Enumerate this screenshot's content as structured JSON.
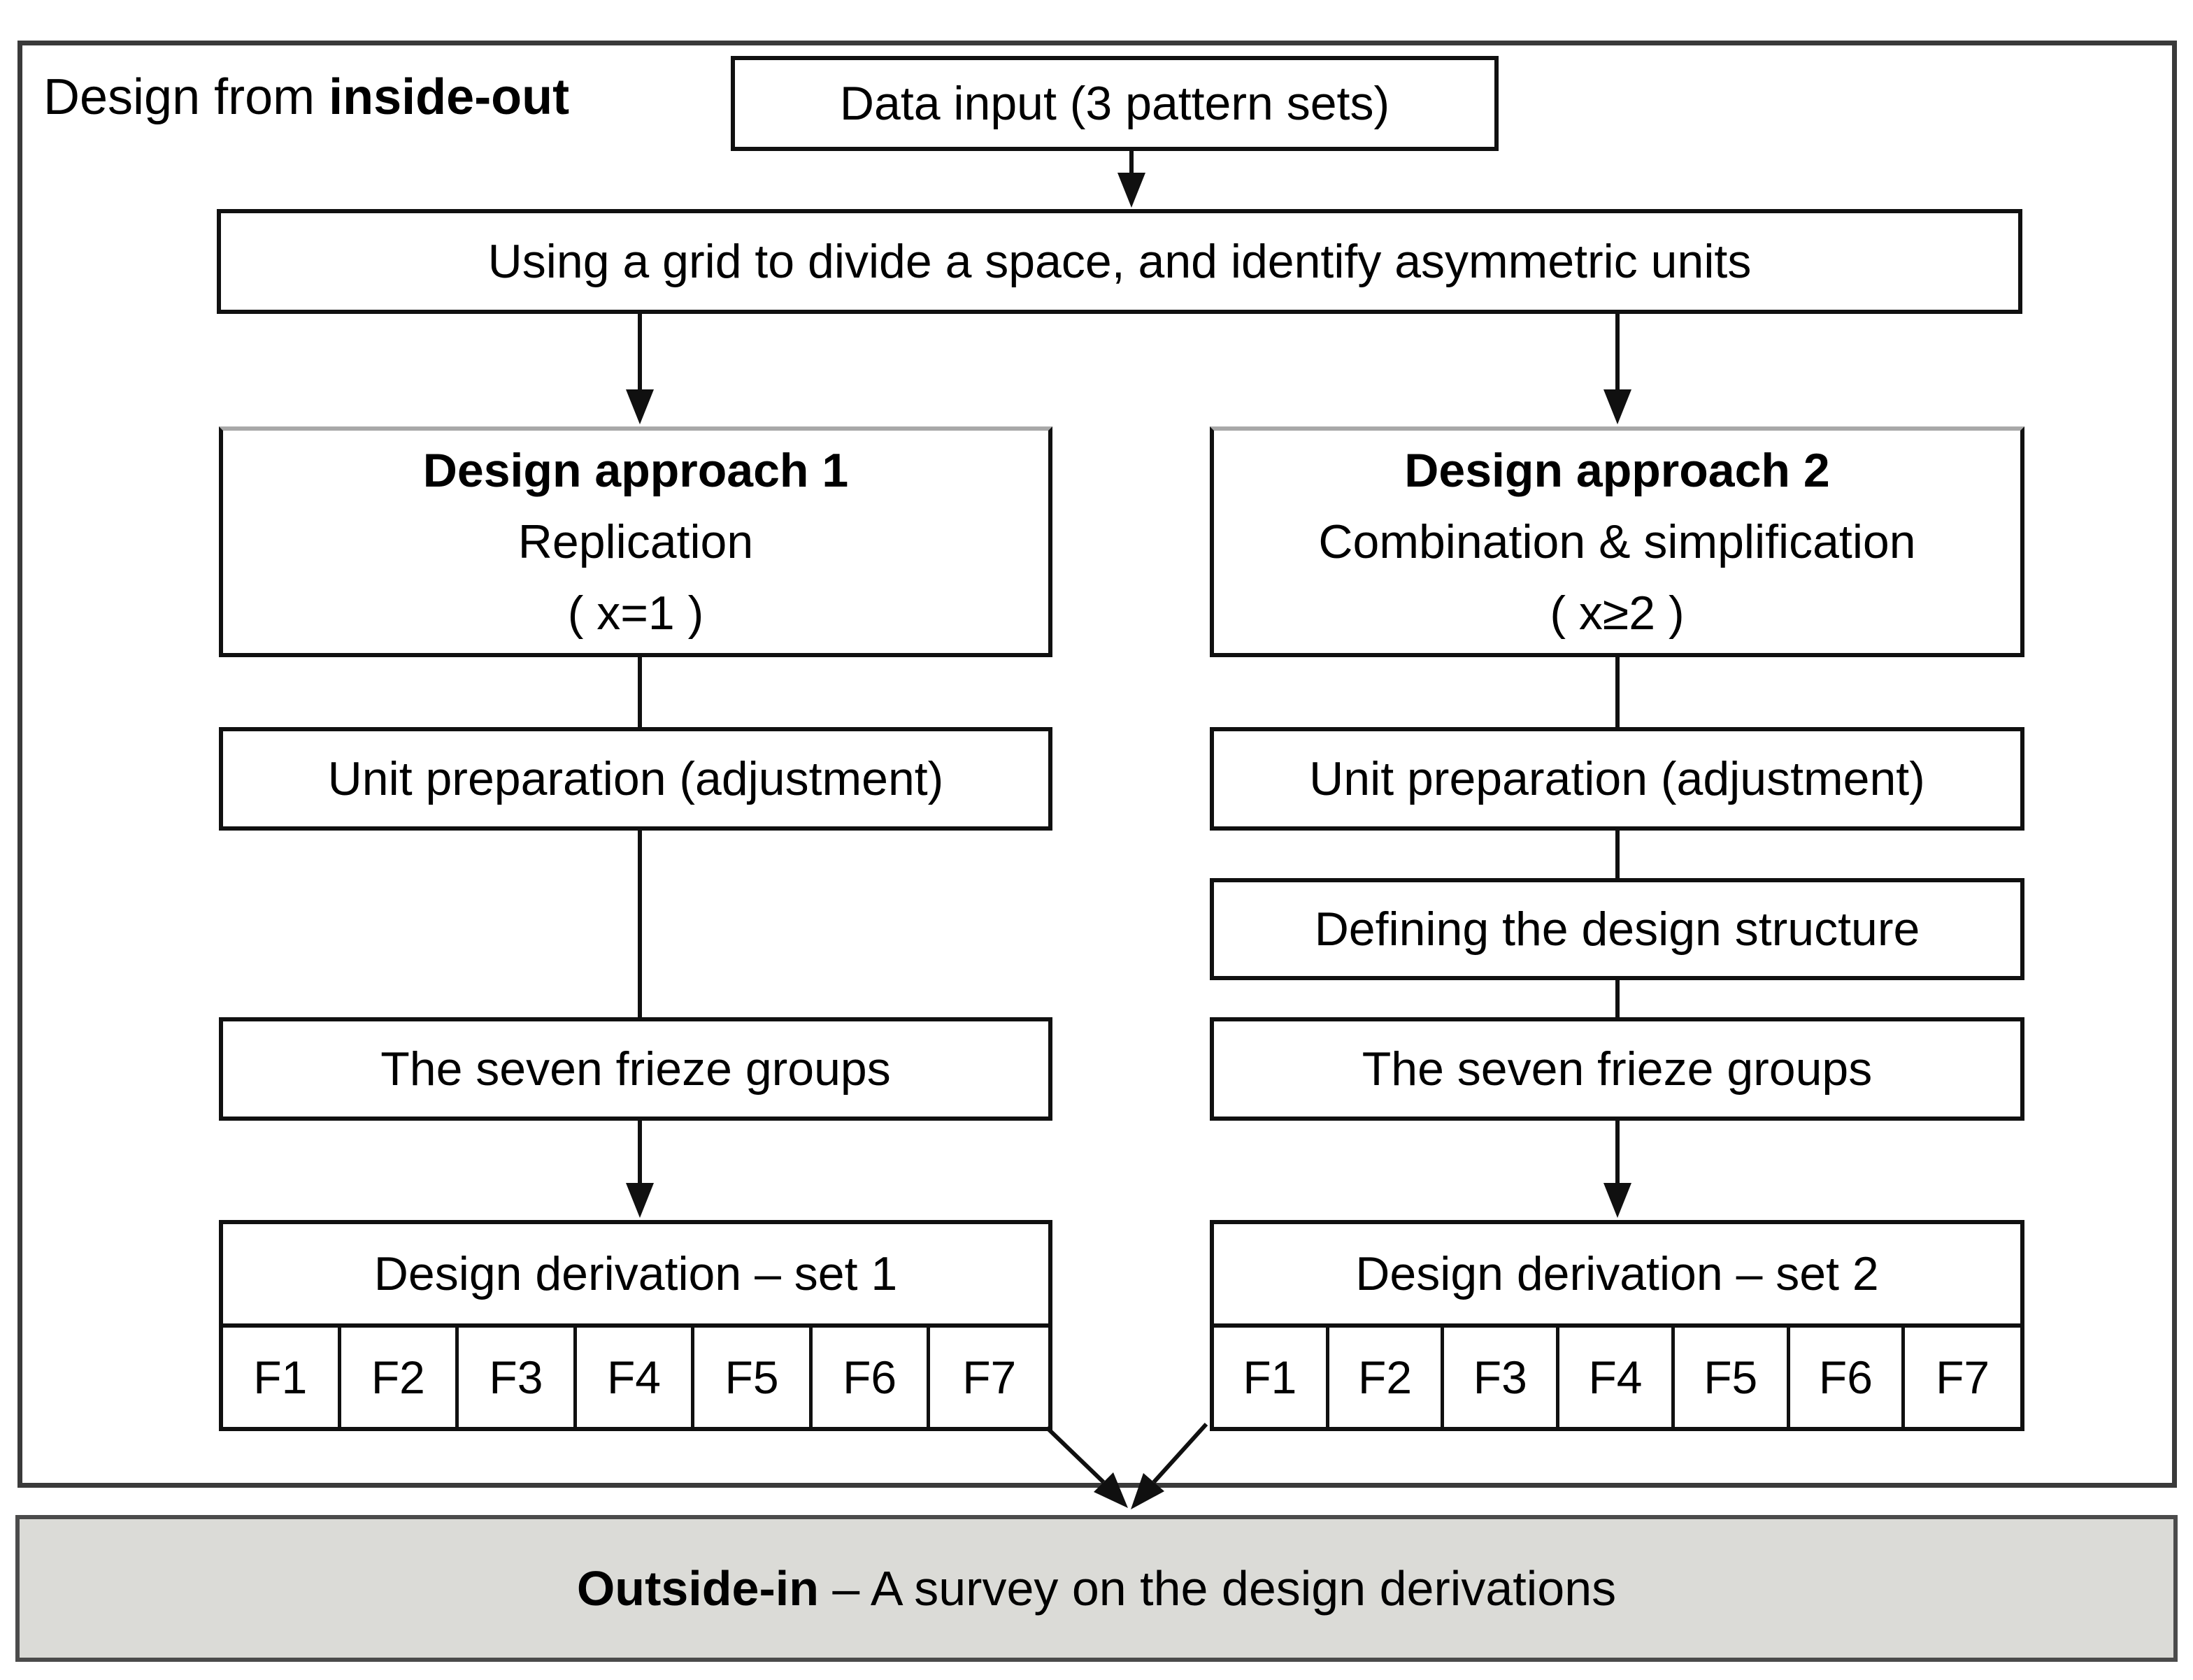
{
  "diagram": {
    "corner_label": {
      "prefix": "Design from ",
      "emphasis": "inside-out"
    },
    "data_input": "Data input (3 pattern sets)",
    "grid_step": "Using a grid to divide a space, and identify asymmetric units",
    "approach_1": {
      "title": "Design approach 1",
      "subtitle": "Replication",
      "condition": "( x=1 )"
    },
    "approach_2": {
      "title": "Design approach 2",
      "subtitle": "Combination & simplification",
      "condition": "( x≥2 )"
    },
    "unit_prep_1": "Unit preparation (adjustment)",
    "unit_prep_2": "Unit preparation (adjustment)",
    "define_structure": "Defining the design structure",
    "frieze_1": "The seven frieze groups",
    "frieze_2": "The seven frieze groups",
    "derivation_1": {
      "title": "Design derivation – set 1",
      "cells": [
        "F1",
        "F2",
        "F3",
        "F4",
        "F5",
        "F6",
        "F7"
      ]
    },
    "derivation_2": {
      "title": "Design derivation – set 2",
      "cells": [
        "F1",
        "F2",
        "F3",
        "F4",
        "F5",
        "F6",
        "F7"
      ]
    },
    "survey": {
      "emphasis": "Outside-in",
      "rest": " – A survey on the design derivations"
    }
  },
  "colors": {
    "background": "#ffffff",
    "text": "#000000",
    "box_border": "#101010",
    "container_border": "#3a3a3a",
    "survey_fill": "#dbdbd7",
    "survey_border": "#4b4b4b"
  }
}
